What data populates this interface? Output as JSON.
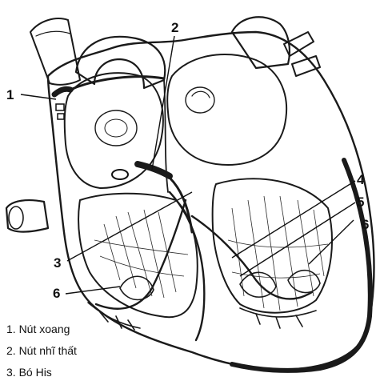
{
  "labels": [
    "1",
    "2",
    "3",
    "4",
    "5",
    "6",
    "6"
  ],
  "legend": [
    "1. Nút xoang",
    "2. Nút nhĩ thất",
    "3. Bó His"
  ],
  "colors": {
    "ink": "#1a1a1a",
    "background": "#ffffff"
  }
}
